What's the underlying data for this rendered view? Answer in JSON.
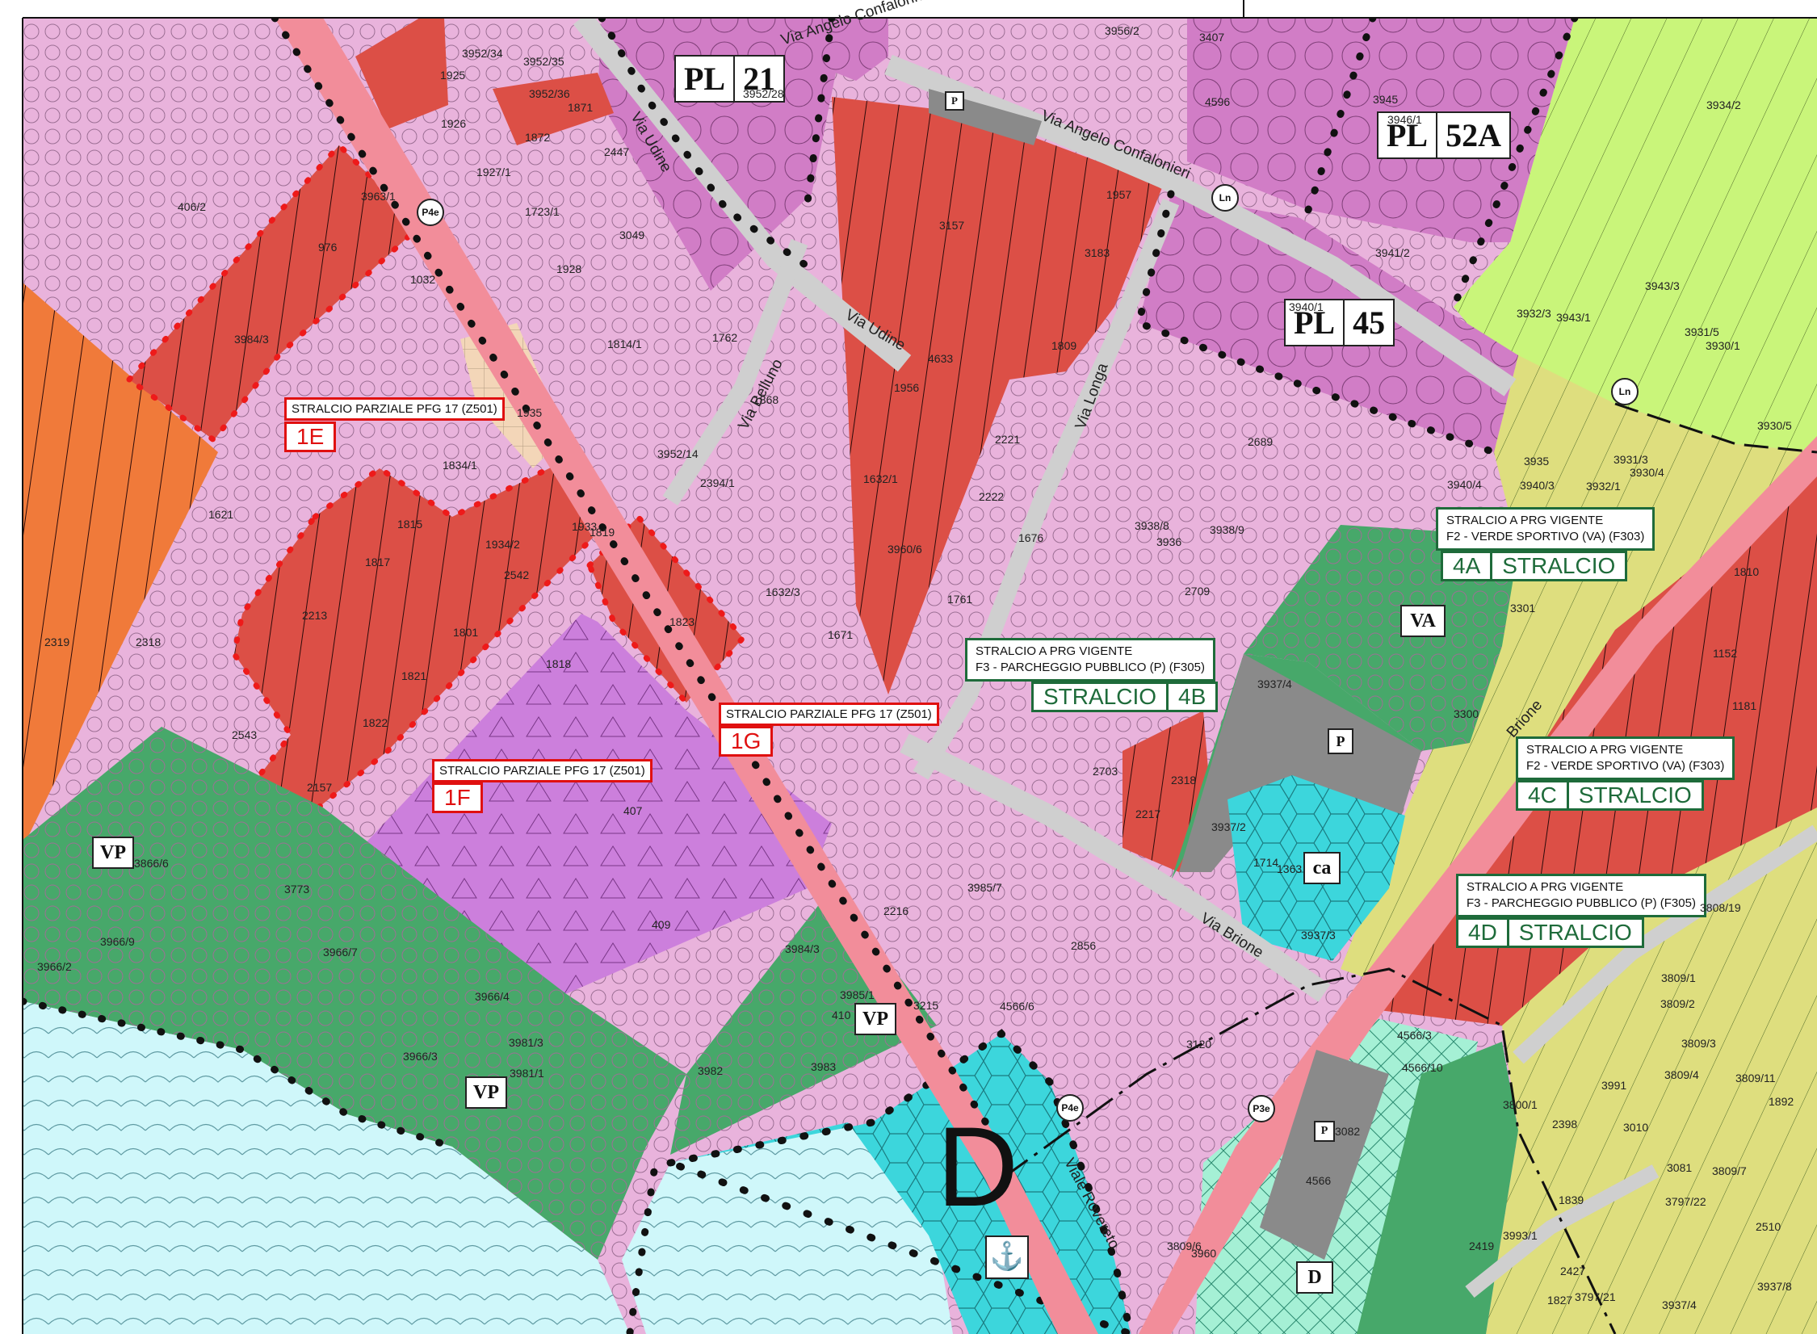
{
  "colors": {
    "residential_pink": "#e9b3dc",
    "pl_magenta": "#d17dc6",
    "red_hatched": "#dc4f46",
    "orange": "#f07a3a",
    "purple_triangles": "#cc7fdc",
    "green_vp": "#47a86a",
    "water": "#cff7fa",
    "cyan_port": "#3cd6dc",
    "lime": "#c9f57a",
    "olive": "#dede7e",
    "road": "#cfcfcf",
    "main_road": "#f28d9a",
    "parking_grey": "#8a8a8a",
    "tan": "#f3d6b8",
    "mint": "#a5f0d5",
    "stralcio_red": "#e01010",
    "stralcio_green": "#1e6b3a"
  },
  "pl_labels": [
    {
      "prefix": "PL",
      "number": "21"
    },
    {
      "prefix": "PL",
      "number": "52A"
    },
    {
      "prefix": "PL",
      "number": "45"
    }
  ],
  "stralcio_parziale": [
    {
      "text": "STRALCIO PARZIALE PFG 17 (Z501)",
      "code": "1E"
    },
    {
      "text": "STRALCIO PARZIALE PFG 17 (Z501)",
      "code": "1F"
    },
    {
      "text": "STRALCIO PARZIALE PFG 17 (Z501)",
      "code": "1G"
    }
  ],
  "stralcio_prg": [
    {
      "line1": "STRALCIO A PRG VIGENTE",
      "line2": "F2 - VERDE SPORTIVO (VA) (F303)",
      "code": "4A",
      "word": "STRALCIO"
    },
    {
      "line1": "STRALCIO A PRG VIGENTE",
      "line2": "F3 - PARCHEGGIO PUBBLICO (P) (F305)",
      "code": "4B",
      "word": "STRALCIO"
    },
    {
      "line1": "STRALCIO A PRG VIGENTE",
      "line2": "F2 - VERDE SPORTIVO (VA) (F303)",
      "code": "4C",
      "word": "STRALCIO"
    },
    {
      "line1": "STRALCIO A PRG VIGENTE",
      "line2": "F3 - PARCHEGGIO PUBBLICO (P) (F305)",
      "code": "4D",
      "word": "STRALCIO"
    }
  ],
  "zone_symbols": {
    "vp": "VP",
    "va": "VA",
    "p": "P",
    "ca": "ca",
    "d": "D",
    "anchor": "⚓",
    "big_d": "D"
  },
  "circle_tags": {
    "p4e": "P4e",
    "p3e": "P3e",
    "ln": "Ln"
  },
  "streets": [
    "Via Angelo Confalonieri",
    "Via Angelo Confalonieri",
    "Via Udine",
    "Via Udine",
    "Via Belluno",
    "Via Longa",
    "Via Brione",
    "Viale Rovereto",
    "Brione"
  ],
  "parcels": [
    "3952/34",
    "3952/35",
    "3952/36",
    "1925",
    "1926",
    "1871",
    "1872",
    "2447",
    "1927/1",
    "3952/28",
    "3956/2",
    "3407",
    "4596",
    "3945",
    "3934/2",
    "3946/1",
    "406/2",
    "3963/1",
    "976",
    "1032",
    "1723/1",
    "3049",
    "1928",
    "3984/3",
    "1814/1",
    "1762",
    "3157",
    "1957",
    "3183",
    "1809",
    "4633",
    "1956",
    "3940/1",
    "3941/2",
    "3940/4",
    "3943/3",
    "3943/1",
    "3932/3",
    "3931/5",
    "3930/1",
    "3930/5",
    "1935",
    "1834/1",
    "1868",
    "3952/14",
    "2394/1",
    "1632/1",
    "2221",
    "2222",
    "2689",
    "3935",
    "3931/3",
    "3932/1",
    "3930/4",
    "1621",
    "1815",
    "1934/2",
    "1933",
    "1819",
    "1817",
    "2542",
    "3940/3",
    "1810",
    "3938/8",
    "3938/9",
    "3936",
    "1676",
    "3960/6",
    "1632/3",
    "1761",
    "1671",
    "2709",
    "2319",
    "2318",
    "2213",
    "1801",
    "1823",
    "1818",
    "1821",
    "1822",
    "2543",
    "2157",
    "407",
    "409",
    "3301",
    "1152",
    "3937/4",
    "3300",
    "1181",
    "2703",
    "2318",
    "2217",
    "3937/2",
    "1714",
    "1363",
    "3985/7",
    "3866/6",
    "3773",
    "3966/9",
    "3966/2",
    "3966/7",
    "3966/4",
    "3981/3",
    "3981/1",
    "3966/3",
    "3984/3",
    "3985/1",
    "410",
    "3982",
    "3983",
    "2216",
    "2856",
    "3215",
    "4566/6",
    "3120",
    "3937/3",
    "3808/19",
    "3809/1",
    "3809/2",
    "4566/3",
    "3809/3",
    "3809/4",
    "3809/11",
    "4566/10",
    "3991",
    "3800/1",
    "2398",
    "3010",
    "1892",
    "3081",
    "3809/7",
    "3082",
    "4566",
    "3797/22",
    "1839",
    "3993/1",
    "2510",
    "2419",
    "2427",
    "3797/21",
    "1827",
    "3937/4",
    "3937/8",
    "3960",
    "3809/6"
  ]
}
